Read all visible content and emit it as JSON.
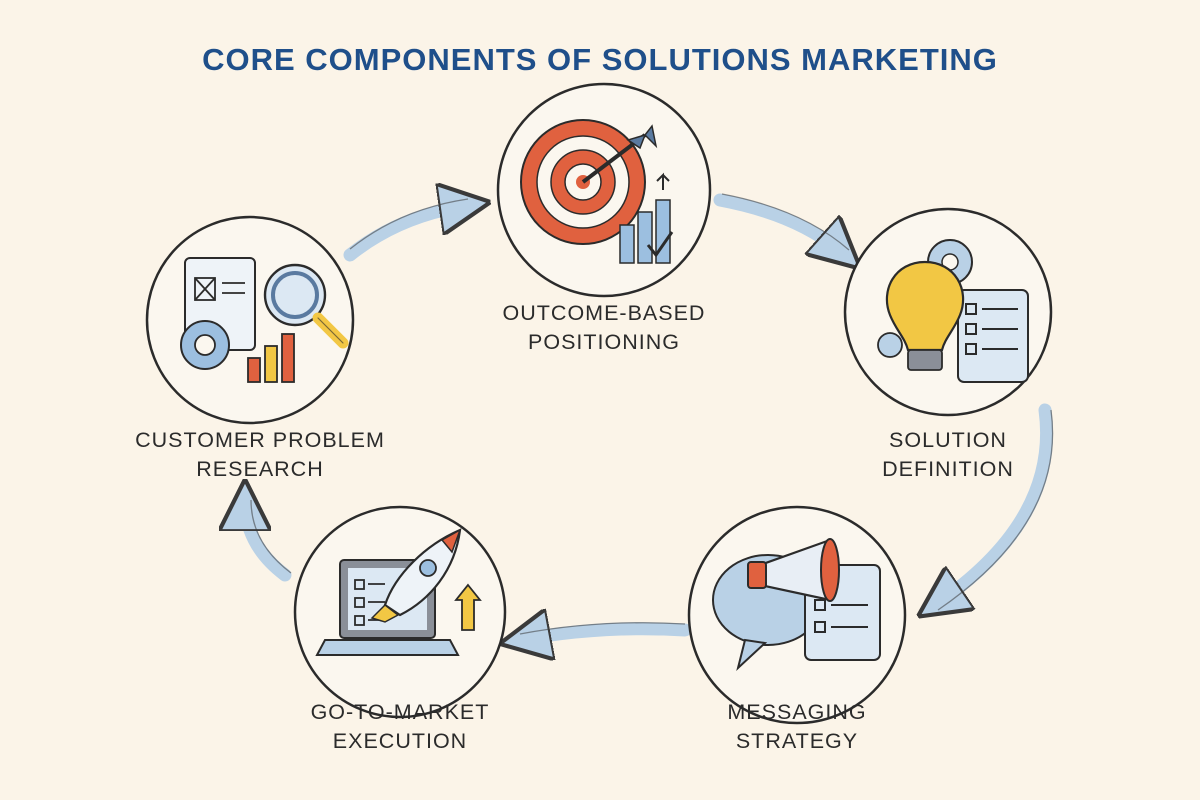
{
  "title": "CORE COMPONENTS OF SOLUTIONS MARKETING",
  "steps": [
    {
      "line1": "OUTCOME-BASED",
      "line2": "POSITIONING",
      "icon": "target-icon"
    },
    {
      "line1": "SOLUTION",
      "line2": "DEFINITION",
      "icon": "lightbulb-icon"
    },
    {
      "line1": "MESSAGING",
      "line2": "STRATEGY",
      "icon": "megaphone-icon"
    },
    {
      "line1": "GO-TO-MARKET",
      "line2": "EXECUTION",
      "icon": "rocket-icon"
    },
    {
      "line1": "CUSTOMER PROBLEM",
      "line2": "RESEARCH",
      "icon": "magnifier-icon"
    }
  ],
  "colors": {
    "background": "#fbf4e8",
    "title": "#1f4f8a",
    "arrow": "#b9d1e6",
    "accent_red": "#e0613f",
    "accent_yellow": "#f2c744",
    "accent_blue": "#9cbfe0"
  }
}
